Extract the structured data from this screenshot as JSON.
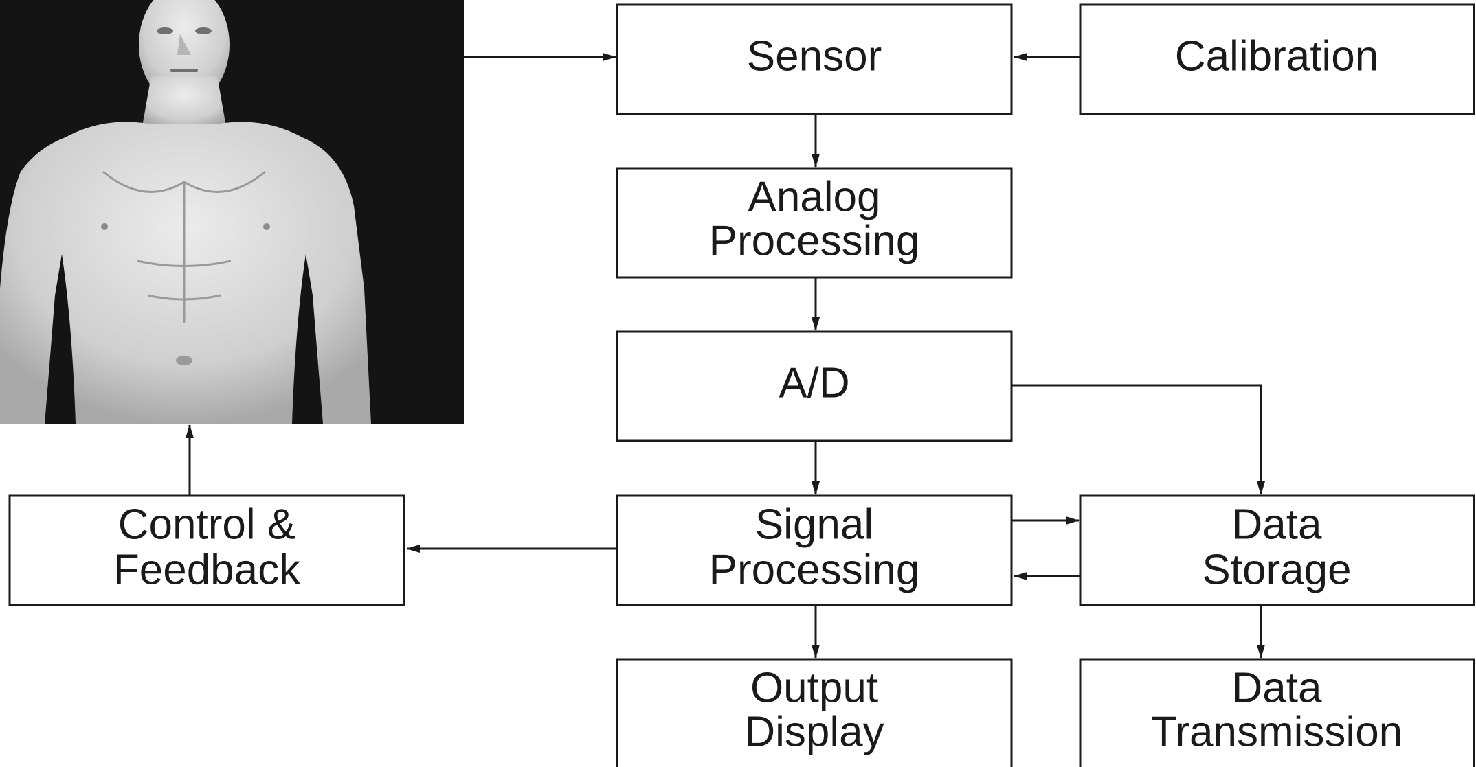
{
  "figure": {
    "image_description_name": "human-torso-figure"
  },
  "nodes": {
    "sensor": [
      "Sensor"
    ],
    "calibration": [
      "Calibration"
    ],
    "analog": [
      "Analog",
      "Processing"
    ],
    "ad": [
      "A/D"
    ],
    "signal": [
      "Signal",
      "Processing"
    ],
    "storage": [
      "Data",
      "Storage"
    ],
    "control": [
      "Control &",
      "Feedback"
    ],
    "output": [
      "Output",
      "Display"
    ],
    "transmission": [
      "Data",
      "Transmission"
    ]
  },
  "edges": [
    {
      "from": "human-figure",
      "to": "sensor"
    },
    {
      "from": "calibration",
      "to": "sensor"
    },
    {
      "from": "sensor",
      "to": "analog"
    },
    {
      "from": "analog",
      "to": "ad"
    },
    {
      "from": "ad",
      "to": "signal"
    },
    {
      "from": "ad",
      "to": "storage"
    },
    {
      "from": "signal",
      "to": "storage"
    },
    {
      "from": "storage",
      "to": "signal"
    },
    {
      "from": "signal",
      "to": "control"
    },
    {
      "from": "control",
      "to": "human-figure"
    },
    {
      "from": "signal",
      "to": "output"
    },
    {
      "from": "storage",
      "to": "transmission"
    }
  ],
  "colors": {
    "line": "#1a1a1a",
    "figure_background": "#141414",
    "skin": "#d9d9d9"
  }
}
